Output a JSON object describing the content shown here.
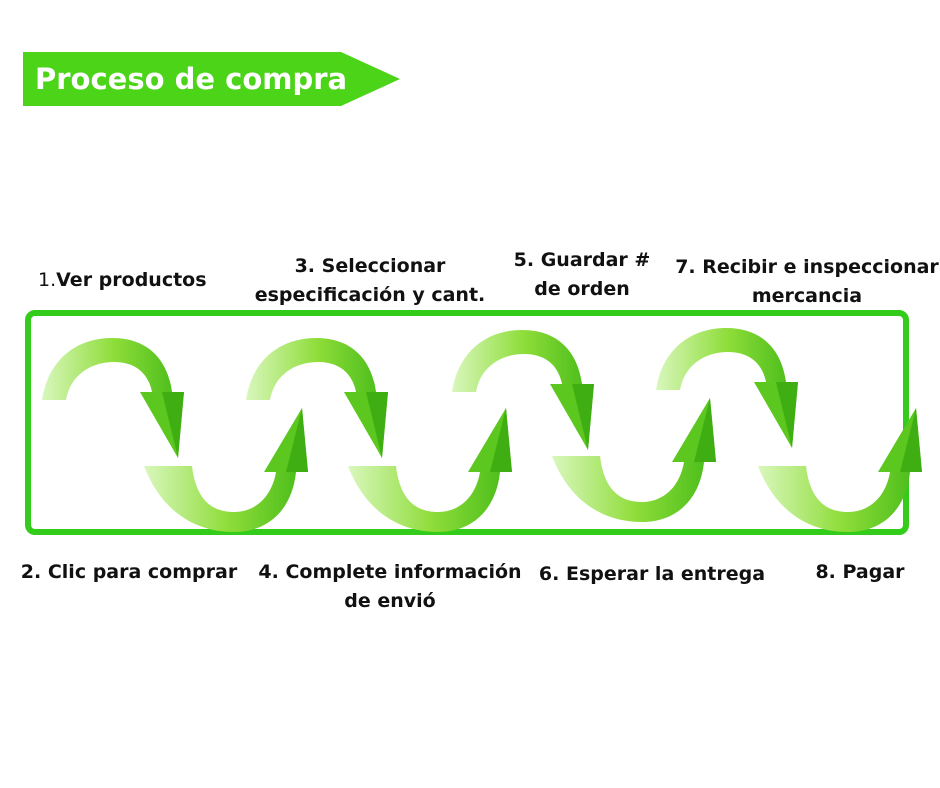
{
  "title": "Proceso de compra",
  "colors": {
    "banner": "#4cd418",
    "frame": "#33cc1a",
    "arrow_light": "#d9f7bd",
    "arrow_mid": "#8fdd3a",
    "arrow_dark": "#4fbf1c"
  },
  "steps_top": [
    {
      "number": "1.",
      "label": "Ver productos"
    },
    {
      "line1": "3. Seleccionar",
      "line2": "especificación y cant."
    },
    {
      "line1": "5. Guardar  #",
      "line2": "de orden"
    },
    {
      "line1": "7. Recibir e inspeccionar",
      "line2": "mercancia"
    }
  ],
  "steps_bottom": [
    {
      "line1": "2. Clic para comprar"
    },
    {
      "line1": "4. Complete información",
      "line2": "de envió"
    },
    {
      "line1": "6. Esperar la entrega"
    },
    {
      "line1": "8. Pagar"
    }
  ]
}
